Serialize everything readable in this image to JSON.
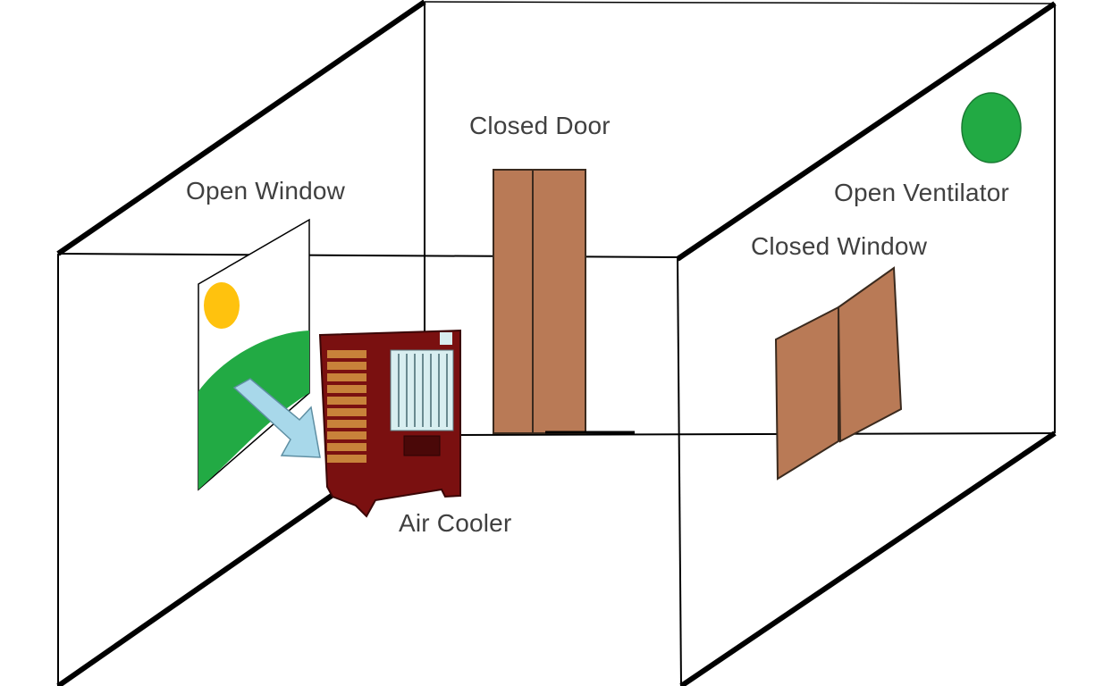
{
  "labels": {
    "closed_door": "Closed Door",
    "open_window": "Open Window",
    "open_ventilator": "Open Ventilator",
    "closed_window": "Closed Window",
    "air_cooler": "Air Cooler"
  },
  "colors": {
    "wall_line": "#000000",
    "door_wood": "#b97a56",
    "door_outline": "#3a2a1e",
    "ventilator_green": "#22aa44",
    "landscape_green": "#22aa44",
    "sun_yellow": "#ffc20e",
    "airflow_blue": "#a8d8ea",
    "cooler_maroon": "#7a1010",
    "cooler_louver": "#c8823a",
    "cooler_panel": "#d8eef0"
  }
}
